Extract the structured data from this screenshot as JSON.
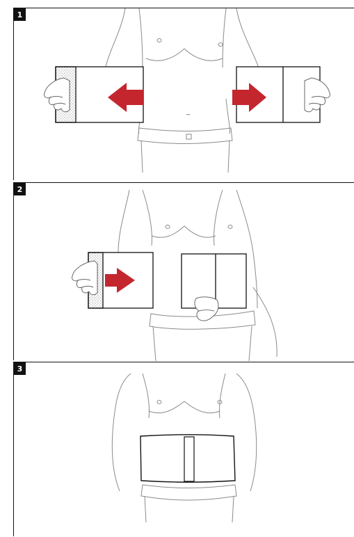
{
  "steps": [
    {
      "number": "1"
    },
    {
      "number": "2"
    },
    {
      "number": "3"
    }
  ],
  "colors": {
    "arrow": "#c4262e",
    "line": "#8a8a8a",
    "ink": "#111111"
  }
}
